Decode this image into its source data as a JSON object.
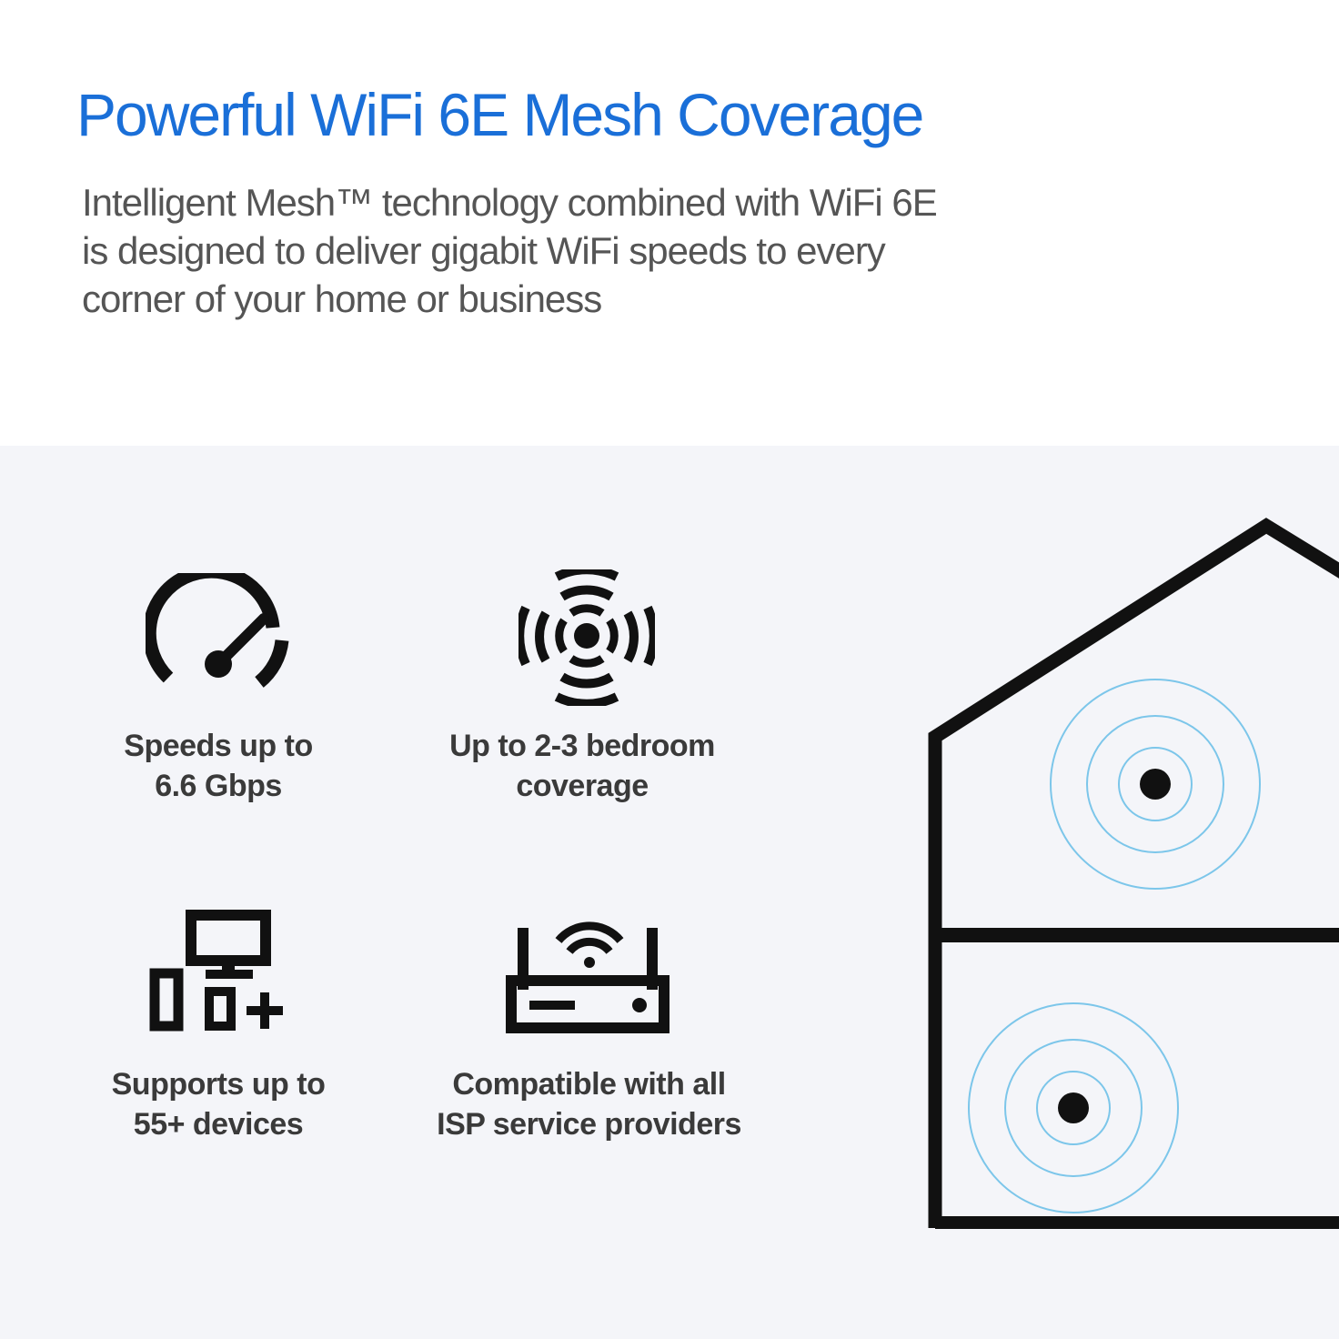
{
  "header": {
    "title": "Powerful WiFi 6E Mesh Coverage",
    "description_lines": [
      "Intelligent Mesh™ technology combined with WiFi 6E",
      "is designed to deliver gigabit WiFi speeds to every",
      "corner of your home or business"
    ]
  },
  "colors": {
    "title": "#1a6fd8",
    "body_text": "#555555",
    "panel_background": "#f4f5f9",
    "signal_rings": "#7cc6ea",
    "icon": "#111111"
  },
  "features": [
    {
      "icon": "speedometer-icon",
      "lines": [
        "Speeds up to",
        "6.6 Gbps"
      ]
    },
    {
      "icon": "signal-broadcast-icon",
      "lines": [
        "Up to 2-3 bedroom",
        "coverage"
      ]
    },
    {
      "icon": "devices-plus-icon",
      "lines": [
        "Supports up to",
        "55+ devices"
      ]
    },
    {
      "icon": "router-icon",
      "lines": [
        "Compatible with all",
        "ISP service providers"
      ]
    }
  ],
  "illustration": {
    "icon": "house-mesh-icon",
    "floors": 2,
    "mesh_nodes": 2
  }
}
